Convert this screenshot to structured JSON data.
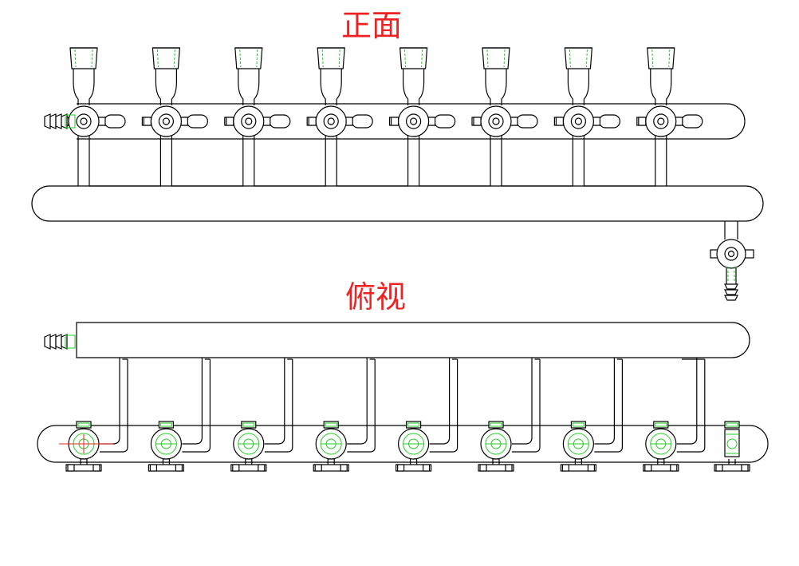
{
  "labels": {
    "front_view": "正面",
    "top_view": "俯视"
  },
  "colors": {
    "label": "#ee2222",
    "line": "#000000",
    "green": "#22cc22",
    "red": "#ee2222"
  },
  "manifold": {
    "port_count": 8
  }
}
